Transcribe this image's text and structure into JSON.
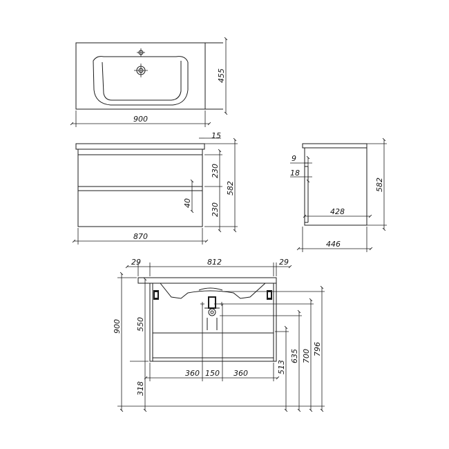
{
  "drawing": {
    "top_view": {
      "width": "900",
      "depth": "455"
    },
    "front_view": {
      "overhang": "15",
      "drawer_upper": "230",
      "drawer_gap": "40",
      "drawer_lower": "230",
      "height": "582",
      "width": "870"
    },
    "side_view": {
      "top_thickness": "9",
      "gap": "18",
      "height": "582",
      "body_depth": "428",
      "total_depth": "446"
    },
    "install_view": {
      "left_inset": "29",
      "inner_width": "812",
      "right_inset": "29",
      "total_height": "900",
      "upper_height": "550",
      "floor_clearance": "318",
      "seg_left": "360",
      "seg_mid": "150",
      "seg_right": "360",
      "level_513": "513",
      "level_635": "635",
      "level_700": "700",
      "level_796": "796"
    }
  }
}
